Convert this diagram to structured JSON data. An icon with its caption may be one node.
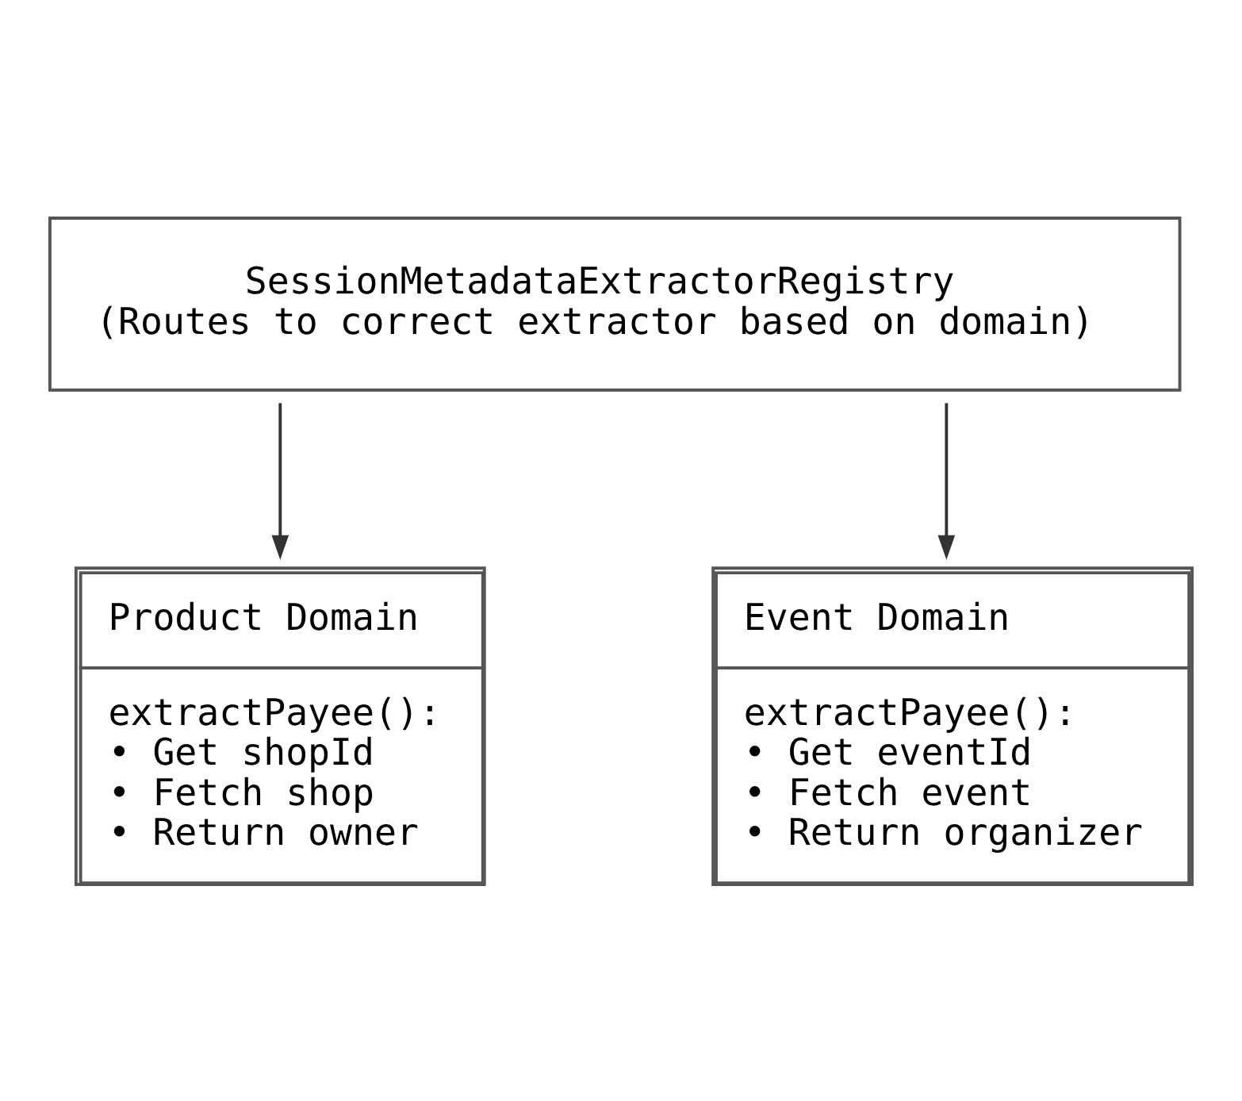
{
  "diagram": {
    "nodes": [
      {
        "text": [
          "SessionMetadataExtractorRegistry",
          "(Routes to correct extractor based on domain)"
        ]
      },
      {
        "text": [
          "Product Domain",
          "extractPayee():",
          "• Get shopId",
          "• Fetch shop",
          "• Return owner"
        ]
      },
      {
        "text": [
          "Event Domain",
          "extractPayee():",
          "• Get eventId",
          "• Fetch event",
          "• Return organizer"
        ]
      }
    ],
    "edges": [
      {
        "from": 0,
        "to": 1,
        "arrow": "to"
      },
      {
        "from": 0,
        "to": 2,
        "arrow": "to"
      }
    ]
  }
}
